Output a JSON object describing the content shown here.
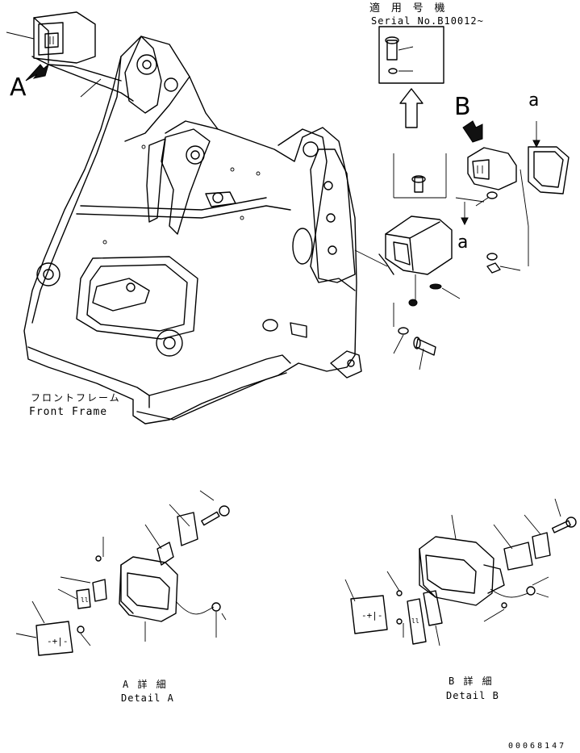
{
  "serial": {
    "heading_jp": "適 用 号 機",
    "label": "Serial No.B10012~"
  },
  "view_labels": {
    "a_view": "A",
    "b_view": "B",
    "a_small_1": "a",
    "a_small_2": "a"
  },
  "frame_caption": {
    "jp": "フロントフレーム",
    "en": "Front Frame"
  },
  "detail_a": {
    "jp": "A 詳 細",
    "en": "Detail A"
  },
  "detail_b": {
    "jp": "B 詳 細",
    "en": "Detail B"
  },
  "drawing_number": "00068147"
}
